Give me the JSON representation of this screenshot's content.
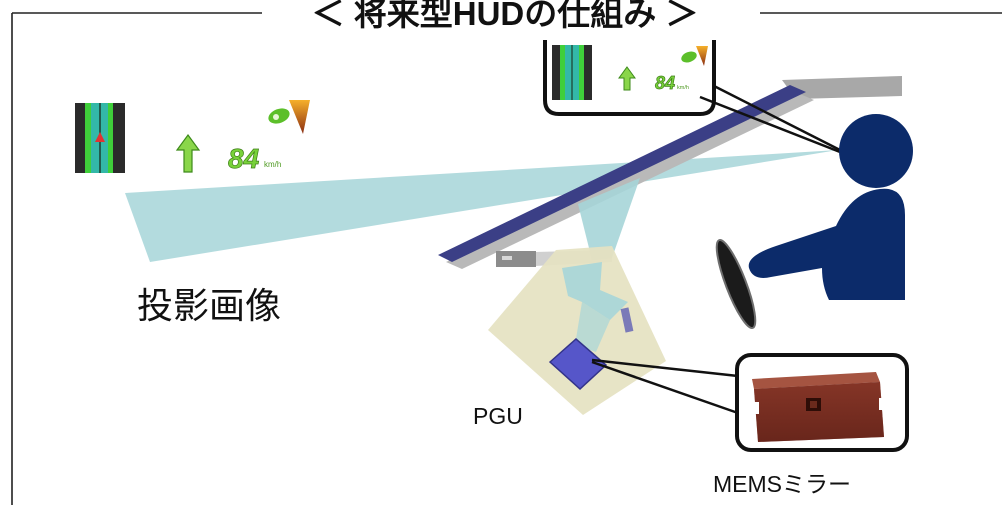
{
  "title": "＜ 将来型HUDの仕組み ＞",
  "labels": {
    "projected_image": "投影画像",
    "pgu": "PGU",
    "mems_mirror": "MEMSミラー"
  },
  "hud_display": {
    "speed": "84",
    "speed_unit": "km/h",
    "direction_icon": "up-arrow-icon",
    "eco_icon": "eco-leaf-icon"
  },
  "colors": {
    "person": "#0c2b6a",
    "projection_beam": "#a6d5d8",
    "windshield": "#3b3f86",
    "pgu_housing": "#e5e2c1",
    "scanning_mirror": "#5656c9",
    "mems_device": "#7a2f22",
    "hud_green": "#78d23a"
  }
}
